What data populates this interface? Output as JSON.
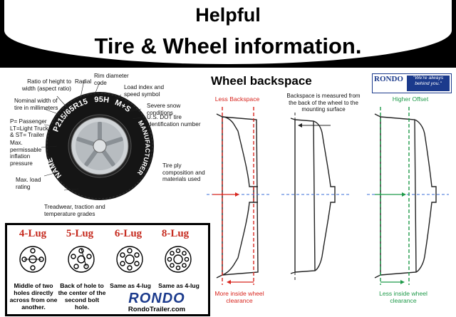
{
  "header": {
    "line1": "Helpful",
    "line2": "Tire & Wheel information."
  },
  "tire": {
    "sidewall_size": "P215/65R15",
    "sidewall_load": "95H",
    "sidewall_snow": "M+S",
    "sidewall_name": "NAME",
    "sidewall_manufacturer": "MANUFACTURER",
    "labels": {
      "aspect": "Ratio of height to width (aspect ratio)",
      "radial": "Radial",
      "rim": "Rim diameter code",
      "load_speed": "Load index and speed symbol",
      "nominal": "Nominal width of tire in millimeters",
      "type": "P= Passenger LT=Light Truck T & ST= Trailer",
      "severe": "Severe snow conditions",
      "dot": "U.S. DOT tire identification number",
      "pressure": "Max. permissable inflation pressure",
      "ply": "Tire ply composition and materials used",
      "max_load": "Max. load rating",
      "treadwear": "Treadwear, traction and temperature grades"
    }
  },
  "lugs": [
    {
      "title": "4-Lug",
      "desc": "Middle of two holes directly across from one another."
    },
    {
      "title": "5-Lug",
      "desc": "Back of hole to the center of the second bolt hole."
    },
    {
      "title": "6-Lug",
      "desc": "Same as 4-lug"
    },
    {
      "title": "8-Lug",
      "desc": "Same as 4-lug"
    }
  ],
  "brand": {
    "logo": "RONDO",
    "url": "RondoTrailer.com",
    "tagline": "\"We're always behind you.\""
  },
  "backspace": {
    "title": "Wheel backspace",
    "less": "Less Backspace",
    "measured": "Backspace is measured from the back of the wheel to the mounting surface",
    "higher": "Higher Offset",
    "more_clearance": "More inside wheel clearance",
    "less_clearance": "Less inside wheel clearance"
  },
  "colors": {
    "red": "#d8261f",
    "green": "#1f9a4a",
    "lug_title": "#c62b1f",
    "rondo_blue": "#1b3a8c"
  }
}
